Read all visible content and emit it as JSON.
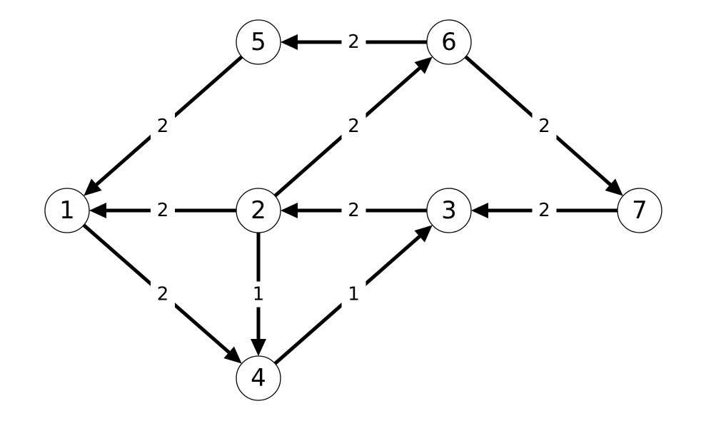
{
  "graph": {
    "nodes": [
      {
        "id": "1",
        "label": "1"
      },
      {
        "id": "2",
        "label": "2"
      },
      {
        "id": "3",
        "label": "3"
      },
      {
        "id": "4",
        "label": "4"
      },
      {
        "id": "5",
        "label": "5"
      },
      {
        "id": "6",
        "label": "6"
      },
      {
        "id": "7",
        "label": "7"
      }
    ],
    "edges": [
      {
        "from": "5",
        "to": "1",
        "weight": "2"
      },
      {
        "from": "6",
        "to": "5",
        "weight": "2"
      },
      {
        "from": "2",
        "to": "6",
        "weight": "2"
      },
      {
        "from": "6",
        "to": "7",
        "weight": "2"
      },
      {
        "from": "2",
        "to": "1",
        "weight": "2"
      },
      {
        "from": "3",
        "to": "2",
        "weight": "2"
      },
      {
        "from": "7",
        "to": "3",
        "weight": "2"
      },
      {
        "from": "1",
        "to": "4",
        "weight": "2"
      },
      {
        "from": "2",
        "to": "4",
        "weight": "1"
      },
      {
        "from": "4",
        "to": "3",
        "weight": "1"
      }
    ]
  }
}
